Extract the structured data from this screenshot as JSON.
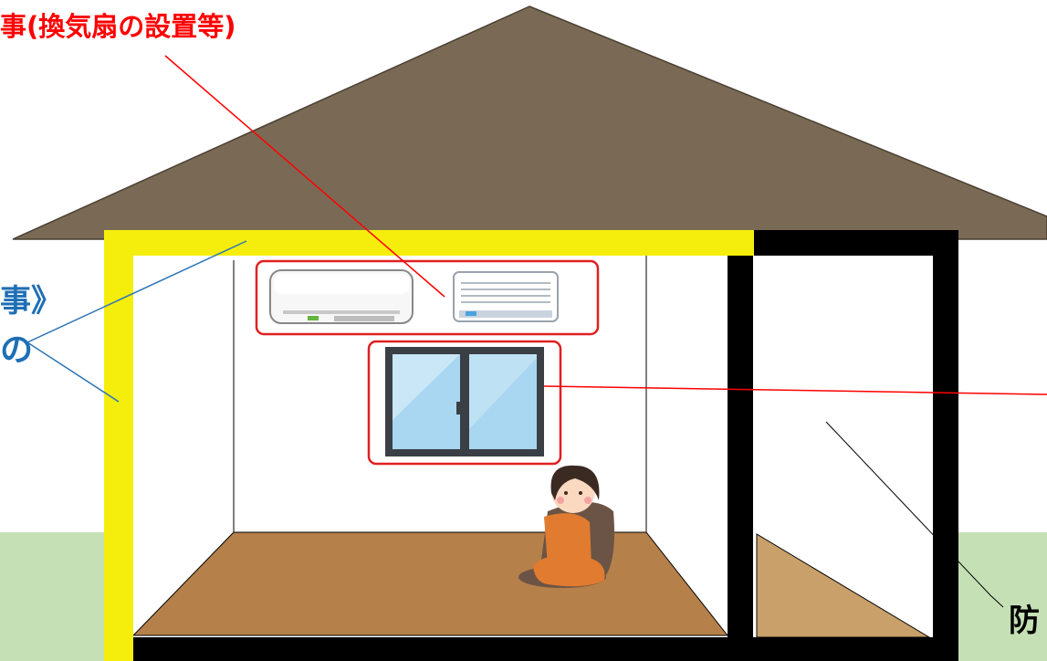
{
  "labels": {
    "ventilation_work": "事(換気扇の設置等)",
    "insulation_work_line1": "事》",
    "insulation_work_line2": "の",
    "bottom_right": "防"
  },
  "colors": {
    "roof": "#7a6a55",
    "insulated_wall": "#f5ee0d",
    "black_wall": "#000000",
    "floor": "#b5804a",
    "closet_floor": "#c9a06a",
    "ground": "#c5e0b4",
    "label_red": "#ff0000",
    "label_blue": "#1f6fb5",
    "leader_red": "#ff0000",
    "leader_blue": "#2e75b6",
    "highlight_box": "#e02020",
    "window_glass": "#a9d6f0",
    "window_frame": "#3a3f45"
  },
  "icons": [
    "air-conditioner-icon",
    "ventilation-fan-icon",
    "double-window-icon",
    "seated-girl-illustration"
  ]
}
